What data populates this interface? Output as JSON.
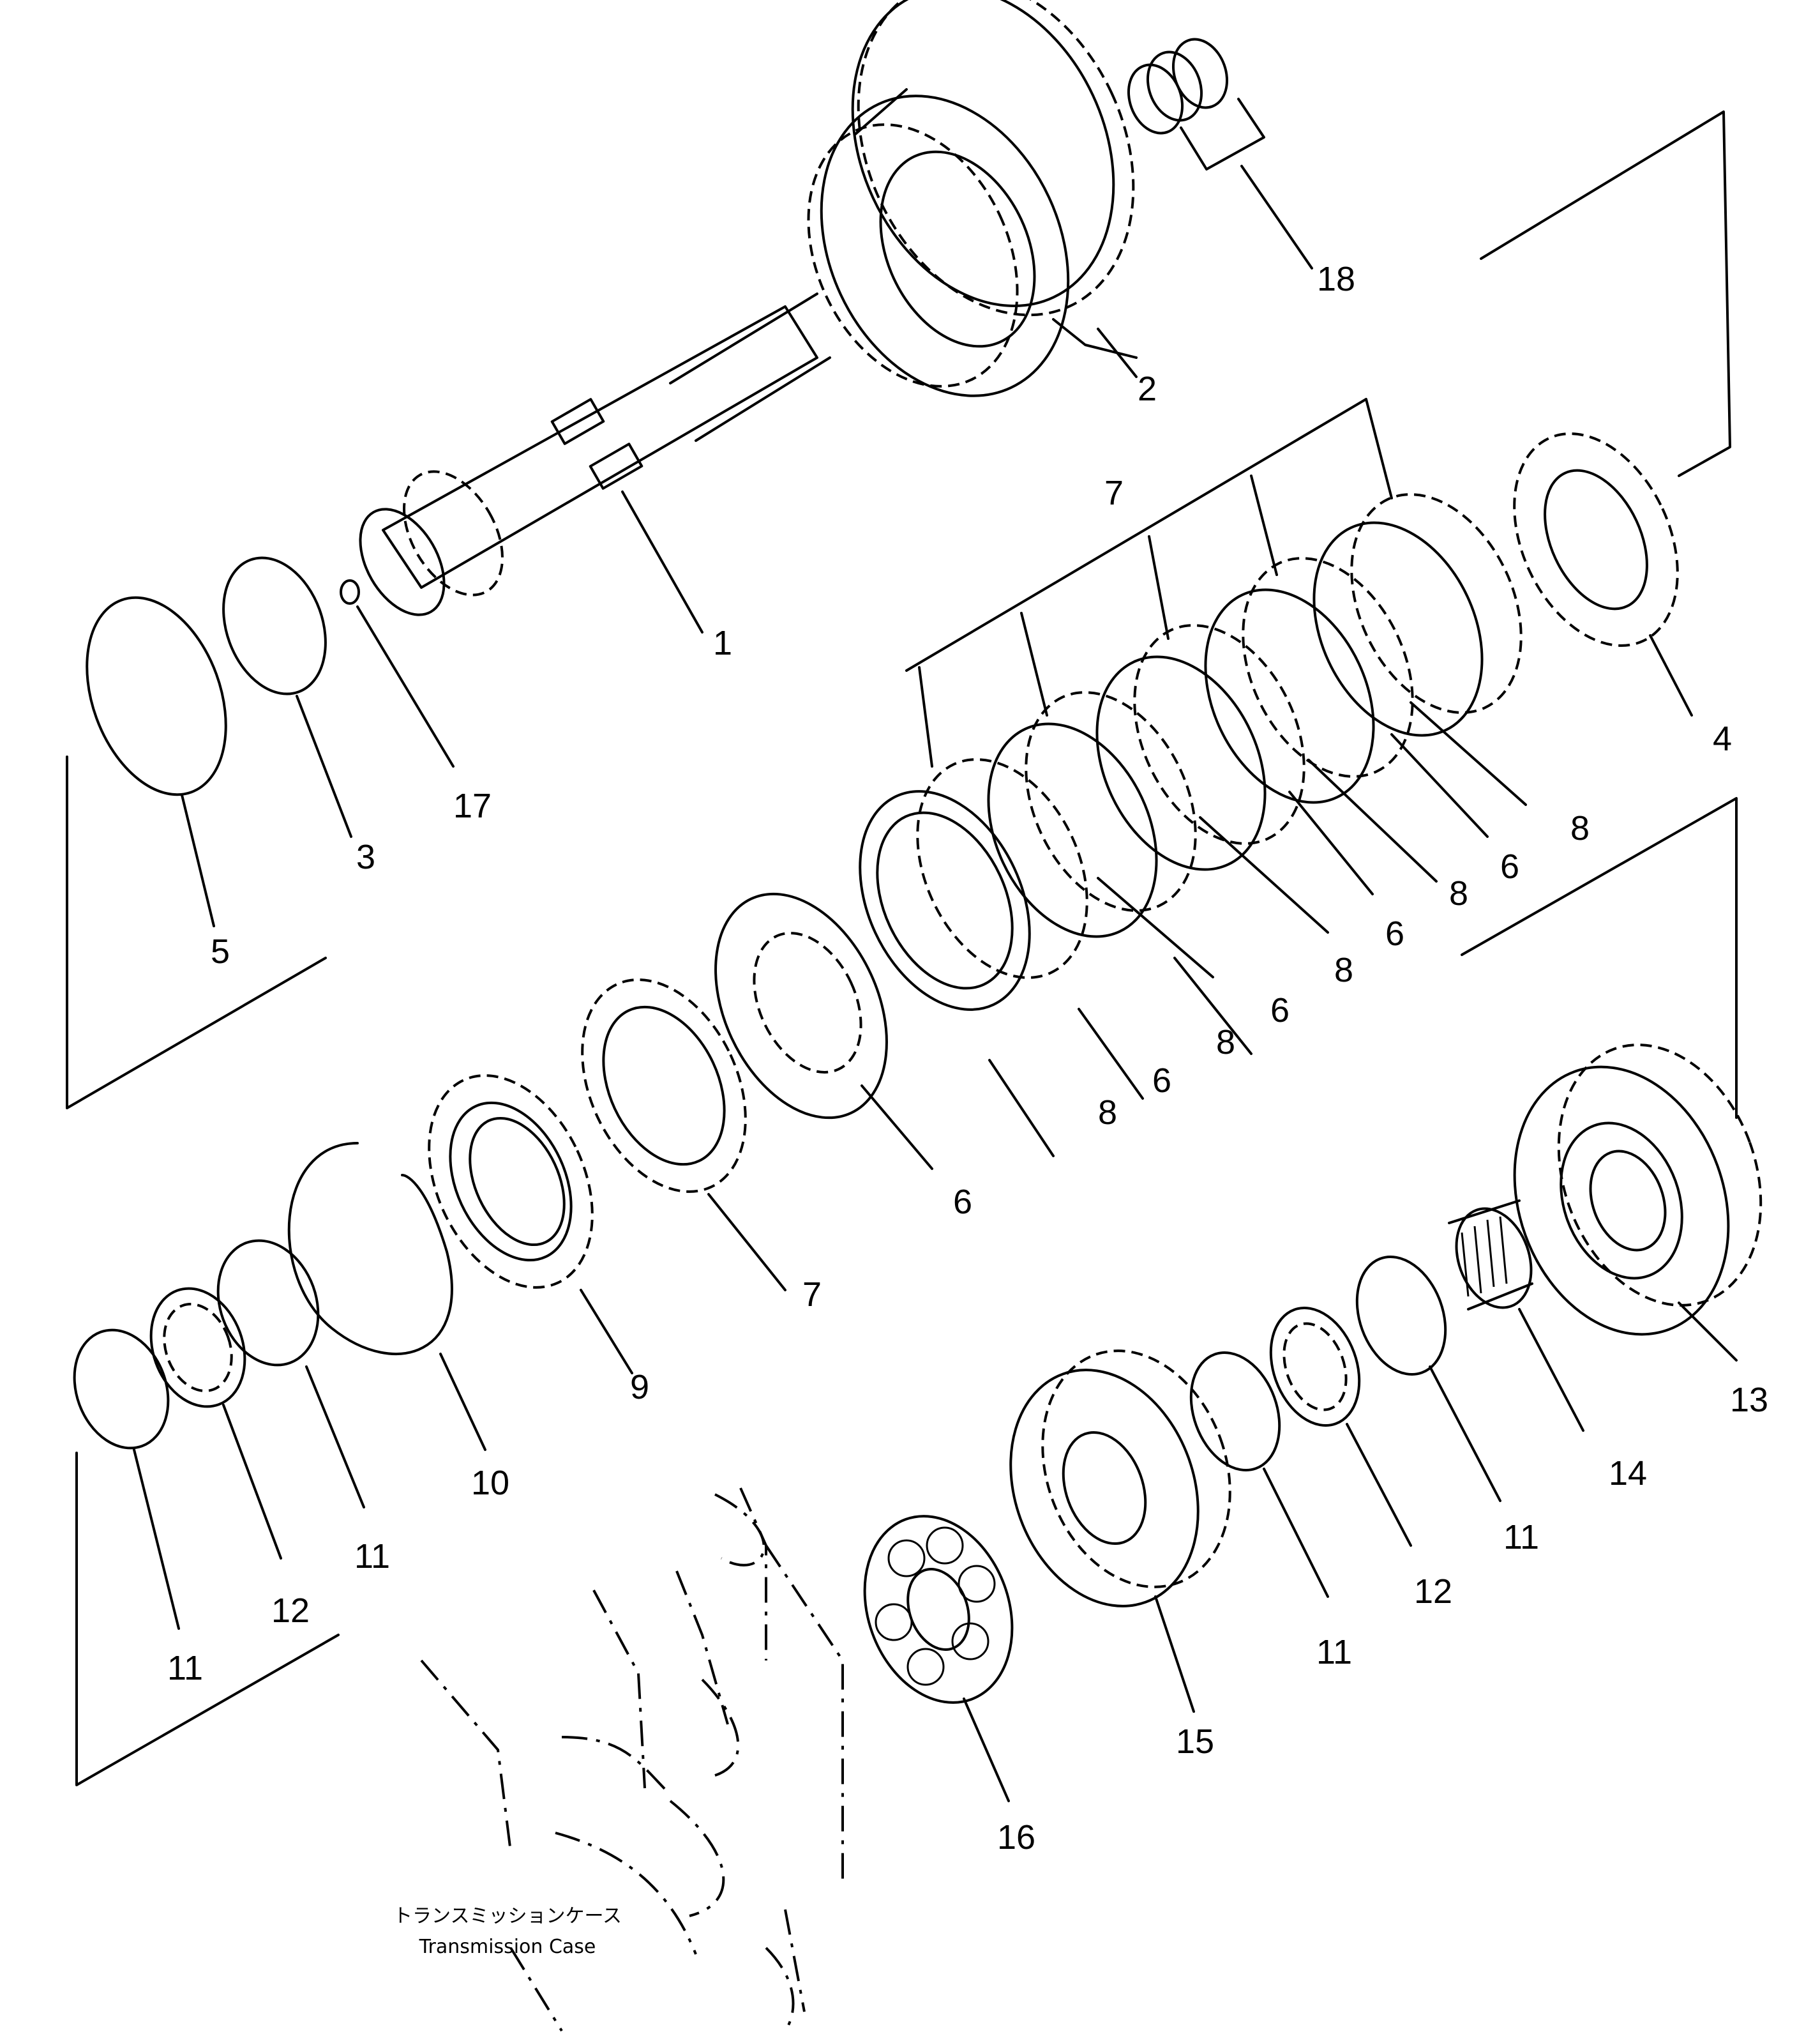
{
  "parts": [
    {
      "id": "part-1",
      "label": "1"
    },
    {
      "id": "part-2",
      "label": "2"
    },
    {
      "id": "part-3",
      "label": "3"
    },
    {
      "id": "part-4",
      "label": "4"
    },
    {
      "id": "part-5",
      "label": "5"
    },
    {
      "id": "part-6",
      "label": "6"
    },
    {
      "id": "part-7",
      "label": "7"
    },
    {
      "id": "part-8",
      "label": "8"
    },
    {
      "id": "part-9",
      "label": "9"
    },
    {
      "id": "part-10",
      "label": "10"
    },
    {
      "id": "part-11",
      "label": "11"
    },
    {
      "id": "part-12",
      "label": "12"
    },
    {
      "id": "part-13",
      "label": "13"
    },
    {
      "id": "part-14",
      "label": "14"
    },
    {
      "id": "part-15",
      "label": "15"
    },
    {
      "id": "part-16",
      "label": "16"
    },
    {
      "id": "part-17",
      "label": "17"
    },
    {
      "id": "part-18",
      "label": "18"
    }
  ],
  "callout_labels": [
    "1",
    "2",
    "3",
    "4",
    "5",
    "6",
    "7",
    "8",
    "9",
    "10",
    "11",
    "12",
    "13",
    "14",
    "15",
    "16",
    "17",
    "18"
  ],
  "caption": {
    "japanese": "トランスミッションケース",
    "english": "Transmission Case"
  }
}
